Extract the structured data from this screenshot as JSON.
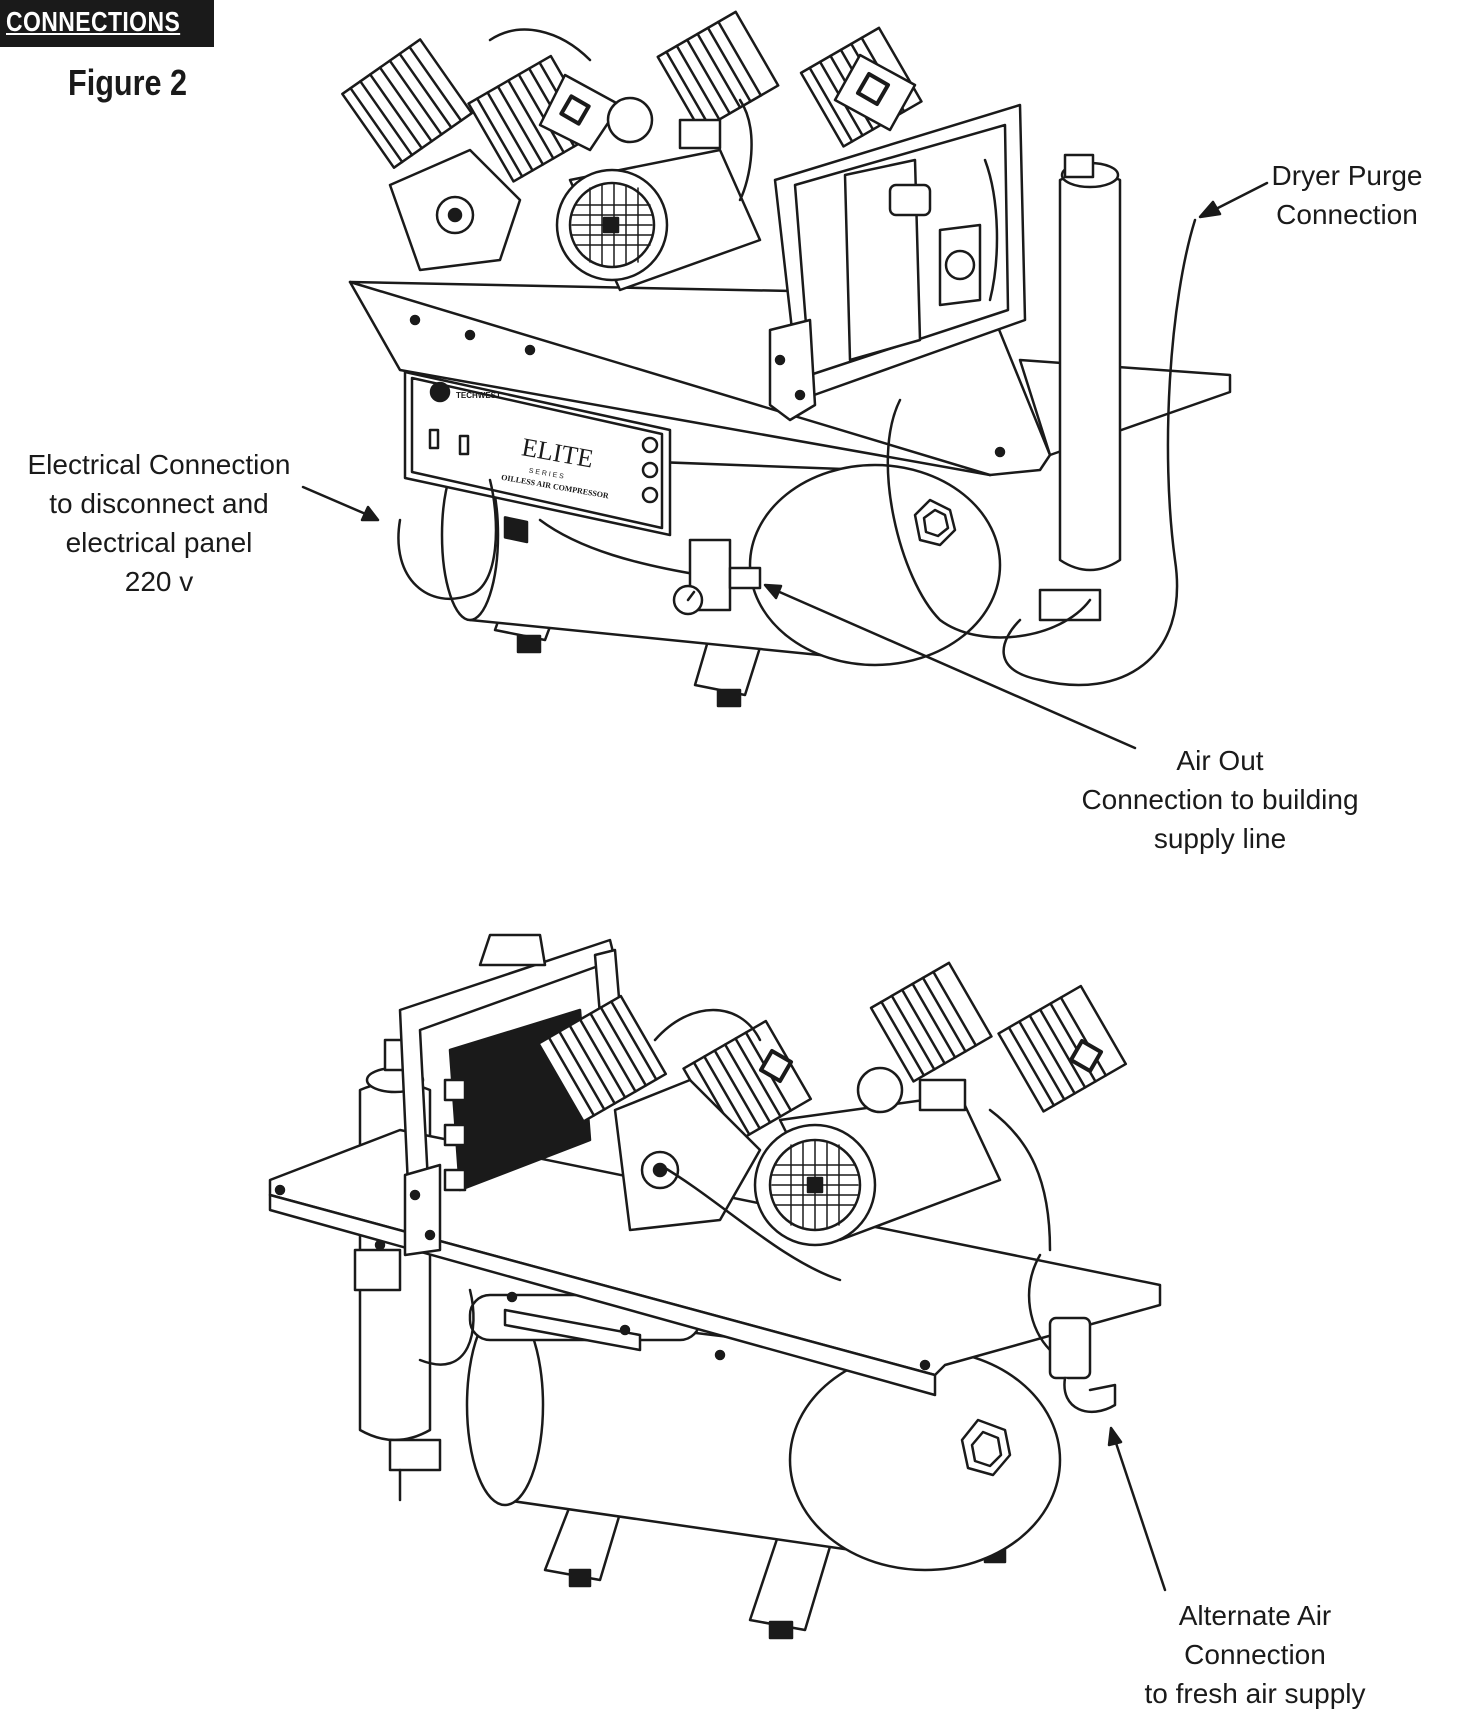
{
  "header": {
    "section_label": "CONNECTIONS",
    "figure_title": "Figure 2"
  },
  "panel_text": {
    "brand": "TECHWEST",
    "model": "ELITE",
    "series": "S E R I E S",
    "product": "OILLESS AIR COMPRESSOR"
  },
  "callouts": {
    "dryer_purge": [
      "Dryer Purge",
      "Connection"
    ],
    "electrical": [
      "Electrical Connection",
      "to disconnect and",
      "electrical panel",
      "220 v"
    ],
    "air_out": [
      "Air Out",
      "Connection to building",
      "supply line"
    ],
    "alternate_air": [
      "Alternate Air",
      "Connection",
      "to fresh air supply"
    ]
  },
  "colors": {
    "ink": "#1a1a1a",
    "paper": "#ffffff"
  }
}
